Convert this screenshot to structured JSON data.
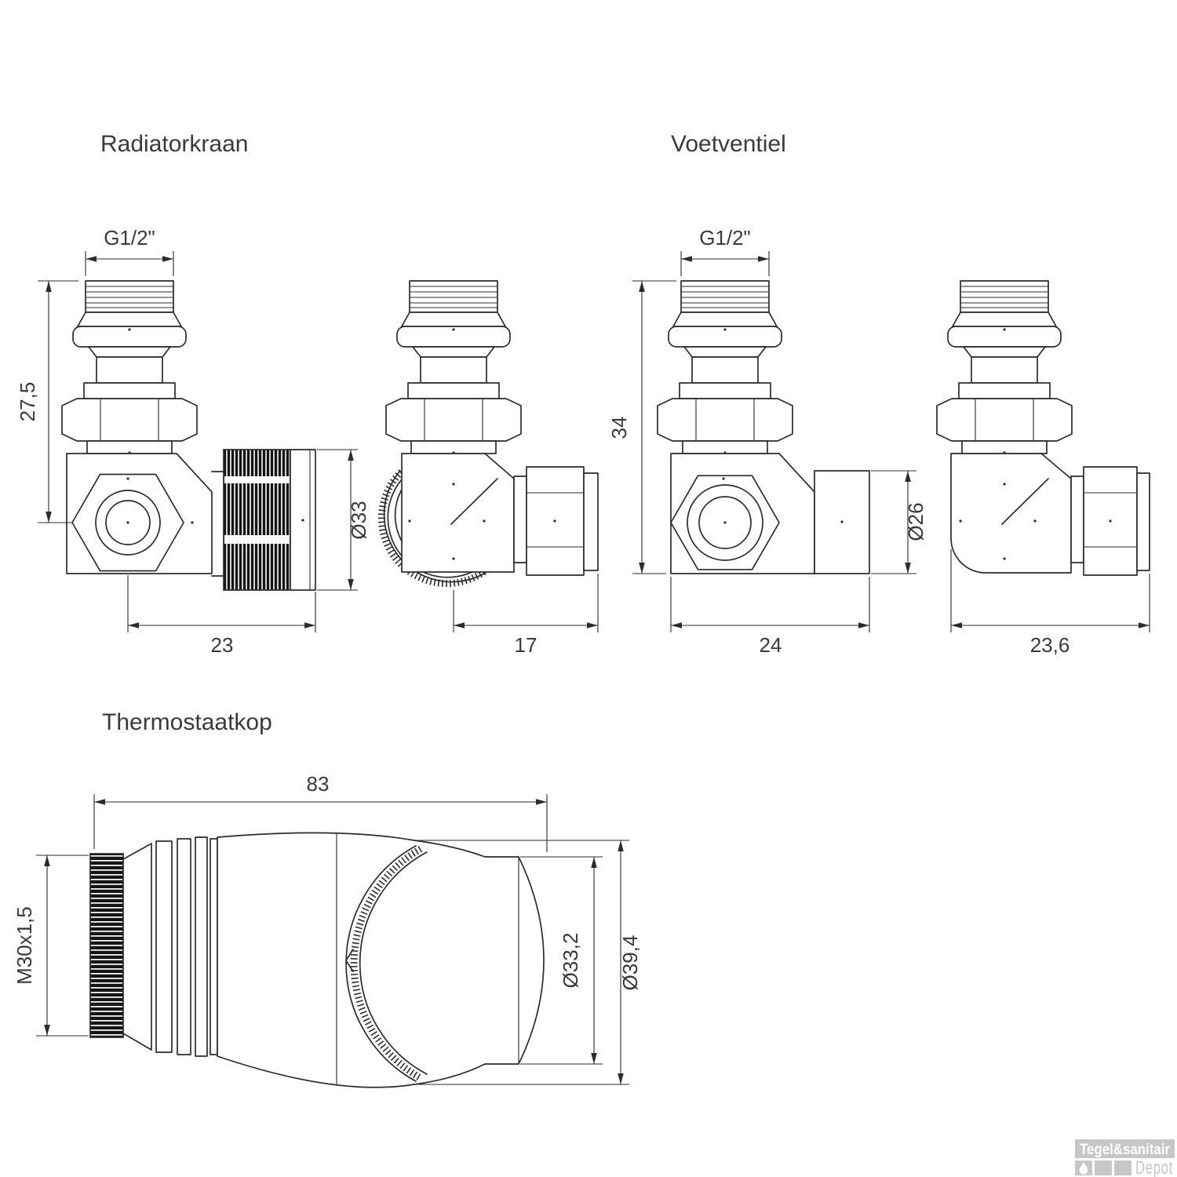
{
  "titles": {
    "radiatorkraan": "Radiatorkraan",
    "voetventiel": "Voetventiel",
    "thermostaatkop": "Thermostaatkop"
  },
  "dims": {
    "rk_thread": "G1/2\"",
    "rk_height": "27,5",
    "rk_knob_dia": "Ø33",
    "rk_body_len": "23",
    "rk_side_len": "17",
    "vv_thread": "G1/2\"",
    "vv_height": "34",
    "vv_outlet_dia": "Ø26",
    "vv_body_len": "24",
    "vv_side_len": "23,6",
    "tk_length": "83",
    "tk_thread": "M30x1,5",
    "tk_inner_dia": "Ø33,2",
    "tk_outer_dia": "Ø39,4"
  },
  "logo": {
    "brand": "Tegel&sanitair",
    "sub": "Depot",
    "gray": "#c7c7c7"
  },
  "colors": {
    "line": "#2c2c2e",
    "text": "#3a3a3e"
  }
}
